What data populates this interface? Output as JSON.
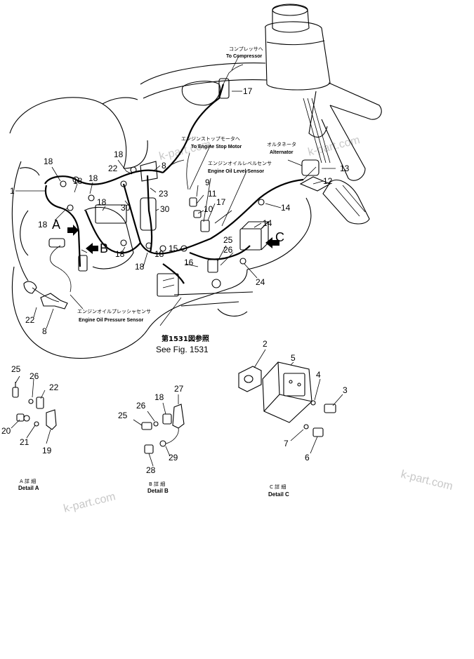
{
  "watermarks": [
    "k-part.com",
    "k-part.com",
    "k-part.com",
    "k-part.com"
  ],
  "labels": {
    "compressor_jp": "コンプレッサへ",
    "compressor_en": "To Compressor",
    "stop_motor_jp": "エンジンストップモータへ",
    "stop_motor_en": "To Engine Stop Motor",
    "alternator_jp": "オルタネータ",
    "alternator_en": "Alternator",
    "oil_level_jp": "エンジンオイルレベルセンサ",
    "oil_level_en": "Engine Oil Level Sensor",
    "oil_pressure_jp": "エンジンオイルプレッシャセンサ",
    "oil_pressure_en": "Engine Oil Pressure Sensor",
    "see_fig_jp": "第1531図参照",
    "see_fig_en": "See Fig. 1531"
  },
  "details": {
    "a_jp": "A 詳 細",
    "a_en": "Detail A",
    "b_jp": "B 詳 細",
    "b_en": "Detail B",
    "c_jp": "C 詳 細",
    "c_en": "Detail C"
  },
  "view_letters": {
    "a": "A",
    "b": "B",
    "c": "C"
  },
  "callouts": [
    "17",
    "18",
    "18",
    "18",
    "18",
    "1",
    "22",
    "8",
    "23",
    "30",
    "18",
    "30",
    "9",
    "11",
    "10",
    "17",
    "13",
    "12",
    "14",
    "14",
    "18",
    "18",
    "18",
    "18",
    "15",
    "25",
    "26",
    "16",
    "24",
    "22",
    "8",
    "25",
    "26",
    "22",
    "20",
    "21",
    "19",
    "18",
    "27",
    "26",
    "25",
    "29",
    "28",
    "2",
    "5",
    "4",
    "3",
    "7",
    "6"
  ]
}
